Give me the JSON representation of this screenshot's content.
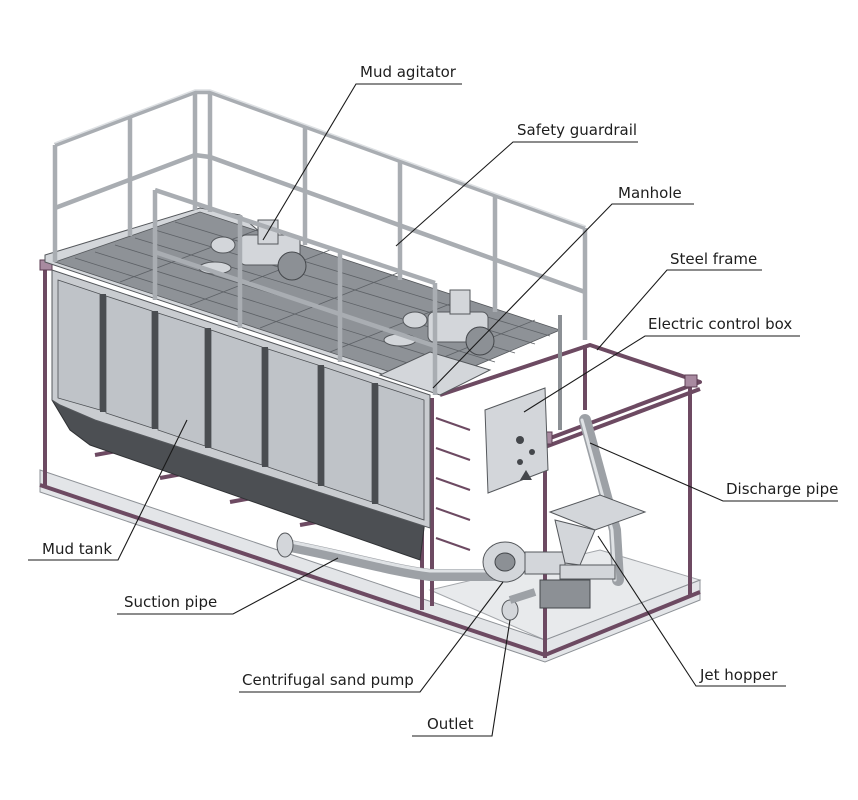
{
  "diagram": {
    "labels": {
      "mud_agitator": "Mud agitator",
      "safety_guardrail": "Safety guardrail",
      "manhole": "Manhole",
      "steel_frame": "Steel frame",
      "electric_control_box": "Electric control box",
      "discharge_pipe": "Discharge pipe",
      "mud_tank": "Mud tank",
      "suction_pipe": "Suction pipe",
      "centrifugal_sand_pump": "Centrifugal sand pump",
      "outlet": "Outlet",
      "jet_hopper": "Jet hopper"
    },
    "colors": {
      "frame": "#6d4a62",
      "tank": "#c9ccd0",
      "tank_bottom": "#4c4f53",
      "rail": "#a9adb2",
      "text": "#1e1e1e"
    }
  }
}
